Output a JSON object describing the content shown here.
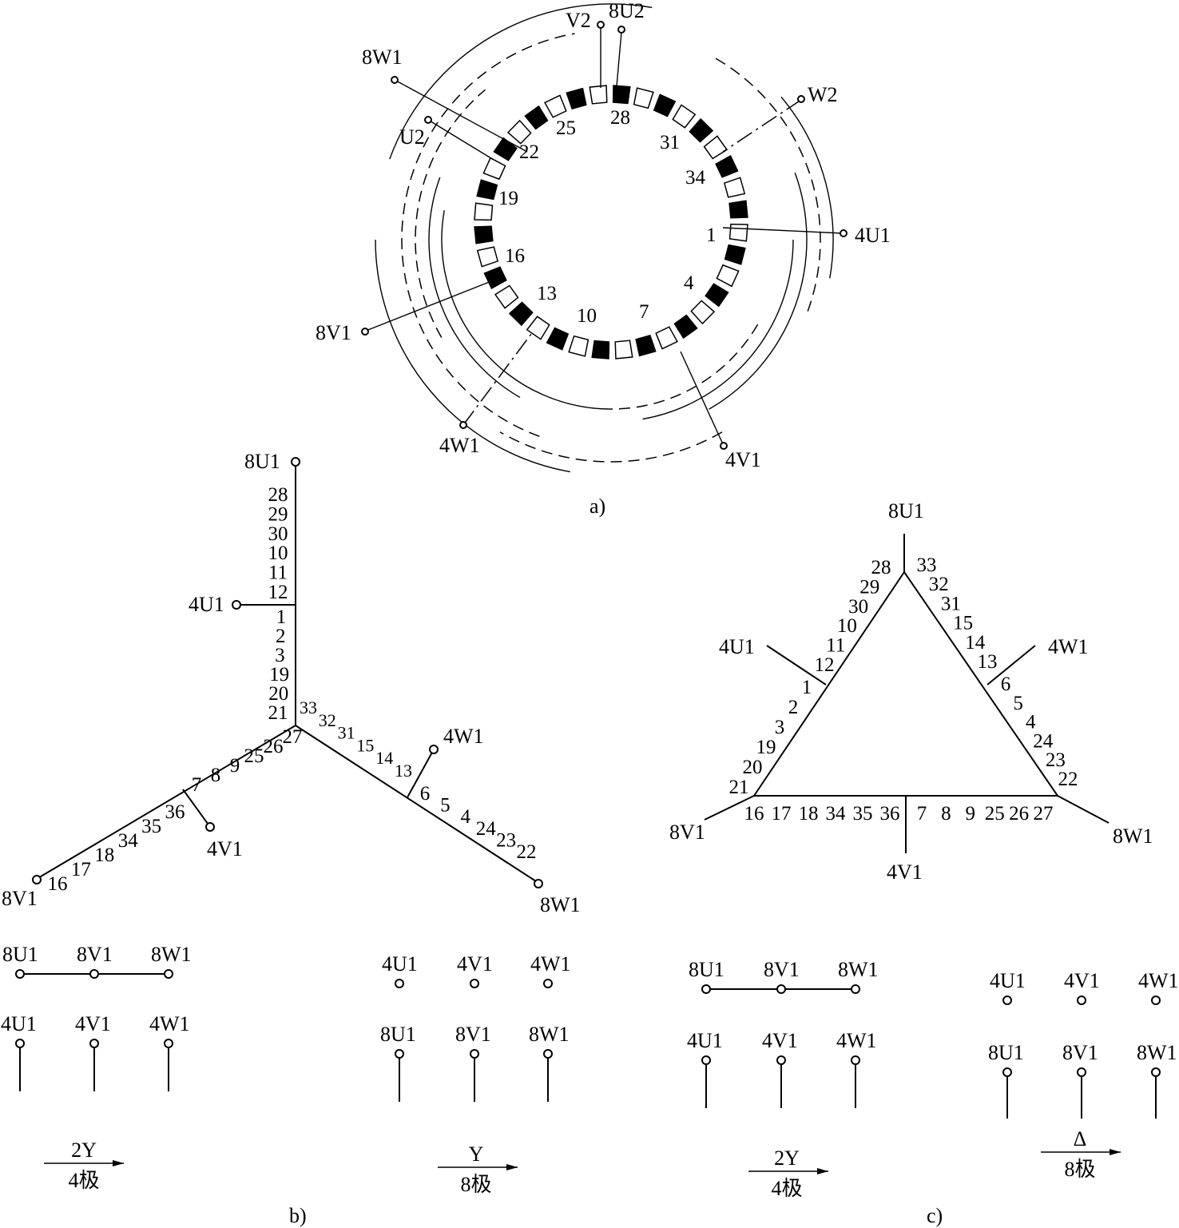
{
  "captions": {
    "a": "a)",
    "b": "b)",
    "c": "c)"
  },
  "part_a": {
    "terminals": [
      "V2",
      "8U2",
      "8W1",
      "W2",
      "U2",
      "4U1",
      "8V1",
      "4W1",
      "4V1"
    ],
    "slot_numbers": [
      "1",
      "4",
      "7",
      "10",
      "13",
      "16",
      "19",
      "22",
      "25",
      "28",
      "31",
      "34"
    ]
  },
  "part_b": {
    "terminals": {
      "top": "8U1",
      "mid": "4U1",
      "left": "8V1",
      "left_mid": "4V1",
      "right": "8W1",
      "right_mid": "4W1"
    },
    "vertical_outer": [
      "28",
      "29",
      "30",
      "10",
      "11",
      "12"
    ],
    "vertical_inner": [
      "1",
      "2",
      "3",
      "19",
      "20",
      "21"
    ],
    "left_inner": [
      "27",
      "26",
      "25",
      "9",
      "8",
      "7"
    ],
    "left_outer": [
      "36",
      "35",
      "34",
      "18",
      "17",
      "16"
    ],
    "right_inner": [
      "33",
      "32",
      "31",
      "15",
      "14",
      "13"
    ],
    "right_outer": [
      "6",
      "5",
      "4",
      "24",
      "23",
      "22"
    ]
  },
  "part_c": {
    "terminals": {
      "top": "8U1",
      "left_tap": "4U1",
      "right_tap": "4W1",
      "left": "8V1",
      "right": "8W1",
      "bottom_tap": "4V1"
    },
    "left_side_upper": [
      "28",
      "29",
      "30",
      "10",
      "11",
      "12"
    ],
    "left_side_lower": [
      "1",
      "2",
      "3",
      "19",
      "20",
      "21"
    ],
    "right_side_upper": [
      "33",
      "32",
      "31",
      "15",
      "14",
      "13"
    ],
    "right_side_lower": [
      "6",
      "5",
      "4",
      "24",
      "23",
      "22"
    ],
    "bottom_left": [
      "16",
      "17",
      "18",
      "34",
      "35",
      "36"
    ],
    "bottom_right": [
      "7",
      "8",
      "9",
      "25",
      "26",
      "27"
    ]
  },
  "connections": [
    {
      "top": [
        "8U1",
        "8V1",
        "8W1"
      ],
      "bottom": [
        "4U1",
        "4V1",
        "4W1"
      ],
      "mode": "2Y",
      "poles": "4极",
      "top_joined": true
    },
    {
      "top": [
        "4U1",
        "4V1",
        "4W1"
      ],
      "bottom": [
        "8U1",
        "8V1",
        "8W1"
      ],
      "mode": "Y",
      "poles": "8极",
      "top_joined": false
    },
    {
      "top": [
        "8U1",
        "8V1",
        "8W1"
      ],
      "bottom": [
        "4U1",
        "4V1",
        "4W1"
      ],
      "mode": "2Y",
      "poles": "4极",
      "top_joined": true
    },
    {
      "top": [
        "4U1",
        "4V1",
        "4W1"
      ],
      "bottom": [
        "8U1",
        "8V1",
        "8W1"
      ],
      "mode": "Δ",
      "poles": "8极",
      "top_joined": false
    }
  ]
}
